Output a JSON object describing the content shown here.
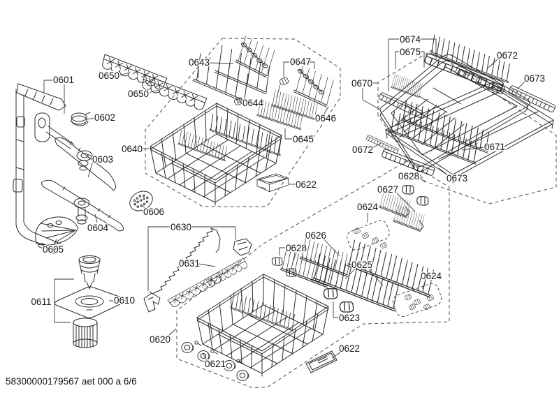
{
  "doc": {
    "type": "exploded-parts-diagram",
    "subject": "dishwasher basket and spray assembly",
    "footer": "58300000179567 aet 000 a 6/6"
  },
  "callouts": {
    "p0601": "0601",
    "p0602": "0602",
    "p0603": "0603",
    "p0604": "0604",
    "p0605": "0605",
    "p0606": "0606",
    "p0610": "0610",
    "p0611": "0611",
    "p0620": "0620",
    "p0621": "0621",
    "p0622a": "0622",
    "p0622b": "0622",
    "p0623": "0623",
    "p0624a": "0624",
    "p0624b": "0624",
    "p0625": "0625",
    "p0626": "0626",
    "p0627": "0627",
    "p0628a": "0628",
    "p0628b": "0628",
    "p0630": "0630",
    "p0631": "0631",
    "p0640": "0640",
    "p0643": "0643",
    "p0644": "0644",
    "p0645": "0645",
    "p0646": "0646",
    "p0647": "0647",
    "p0650a": "0650",
    "p0650b": "0650",
    "p0670": "0670",
    "p0671": "0671",
    "p0672a": "0672",
    "p0672b": "0672",
    "p0673a": "0673",
    "p0673b": "0673",
    "p0674": "0674",
    "p0675": "0675"
  }
}
